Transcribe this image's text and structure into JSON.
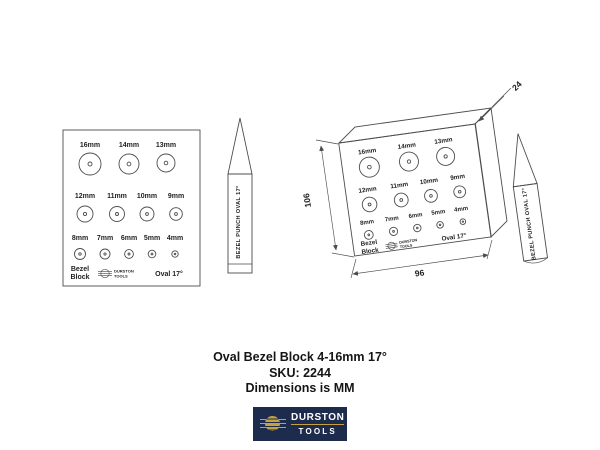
{
  "product": {
    "title": "Oval Bezel Block 4-16mm 17°",
    "sku": "SKU: 2244",
    "dimensions_note": "Dimensions is MM"
  },
  "holes": {
    "row1": [
      "16mm",
      "14mm",
      "13mm"
    ],
    "row2": [
      "12mm",
      "11mm",
      "10mm",
      "9mm"
    ],
    "row3": [
      "8mm",
      "7mm",
      "6mm",
      "5mm",
      "4mm"
    ]
  },
  "block": {
    "name_line1": "Bezel",
    "name_line2": "Block",
    "type_label": "Oval 17°",
    "brand_line1": "DURSTON",
    "brand_line2": "TOOLS"
  },
  "punch": {
    "label": "BEZEL PUNCH OVAL 17°"
  },
  "dims": {
    "width": "96",
    "height": "106",
    "depth": "24"
  },
  "logo": {
    "line1": "DURSTON",
    "line2": "TOOLS"
  },
  "colors": {
    "line": "#4d4d4d",
    "navy": "#1d2b4d",
    "gold": "#c7a13f"
  }
}
